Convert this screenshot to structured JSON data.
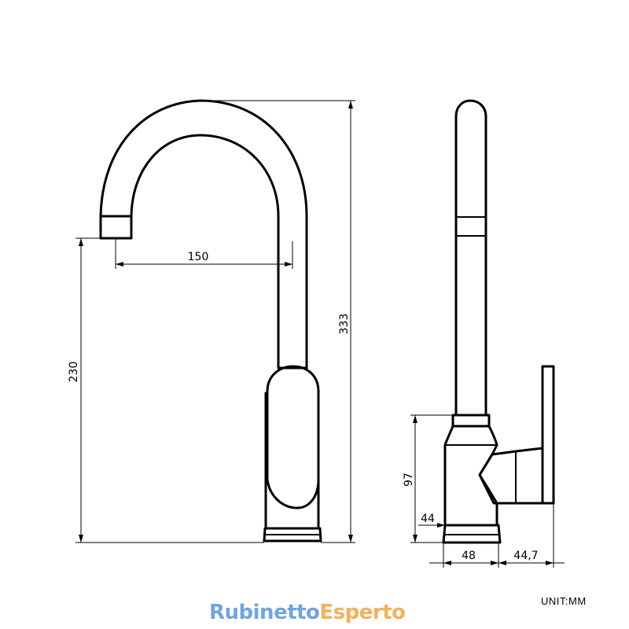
{
  "dimensions": {
    "spout_reach": "150",
    "spout_height": "230",
    "total_height": "333",
    "body_height": "97",
    "base_offset": "44",
    "base_width": "48",
    "handle_depth": "44,7"
  },
  "footer": {
    "unit_label": "UNIT:MM",
    "brand_part1": "Rubinetto",
    "brand_part2": "Esperto",
    "brand_colors": [
      "#6fa3e6",
      "#f3b15a"
    ]
  }
}
